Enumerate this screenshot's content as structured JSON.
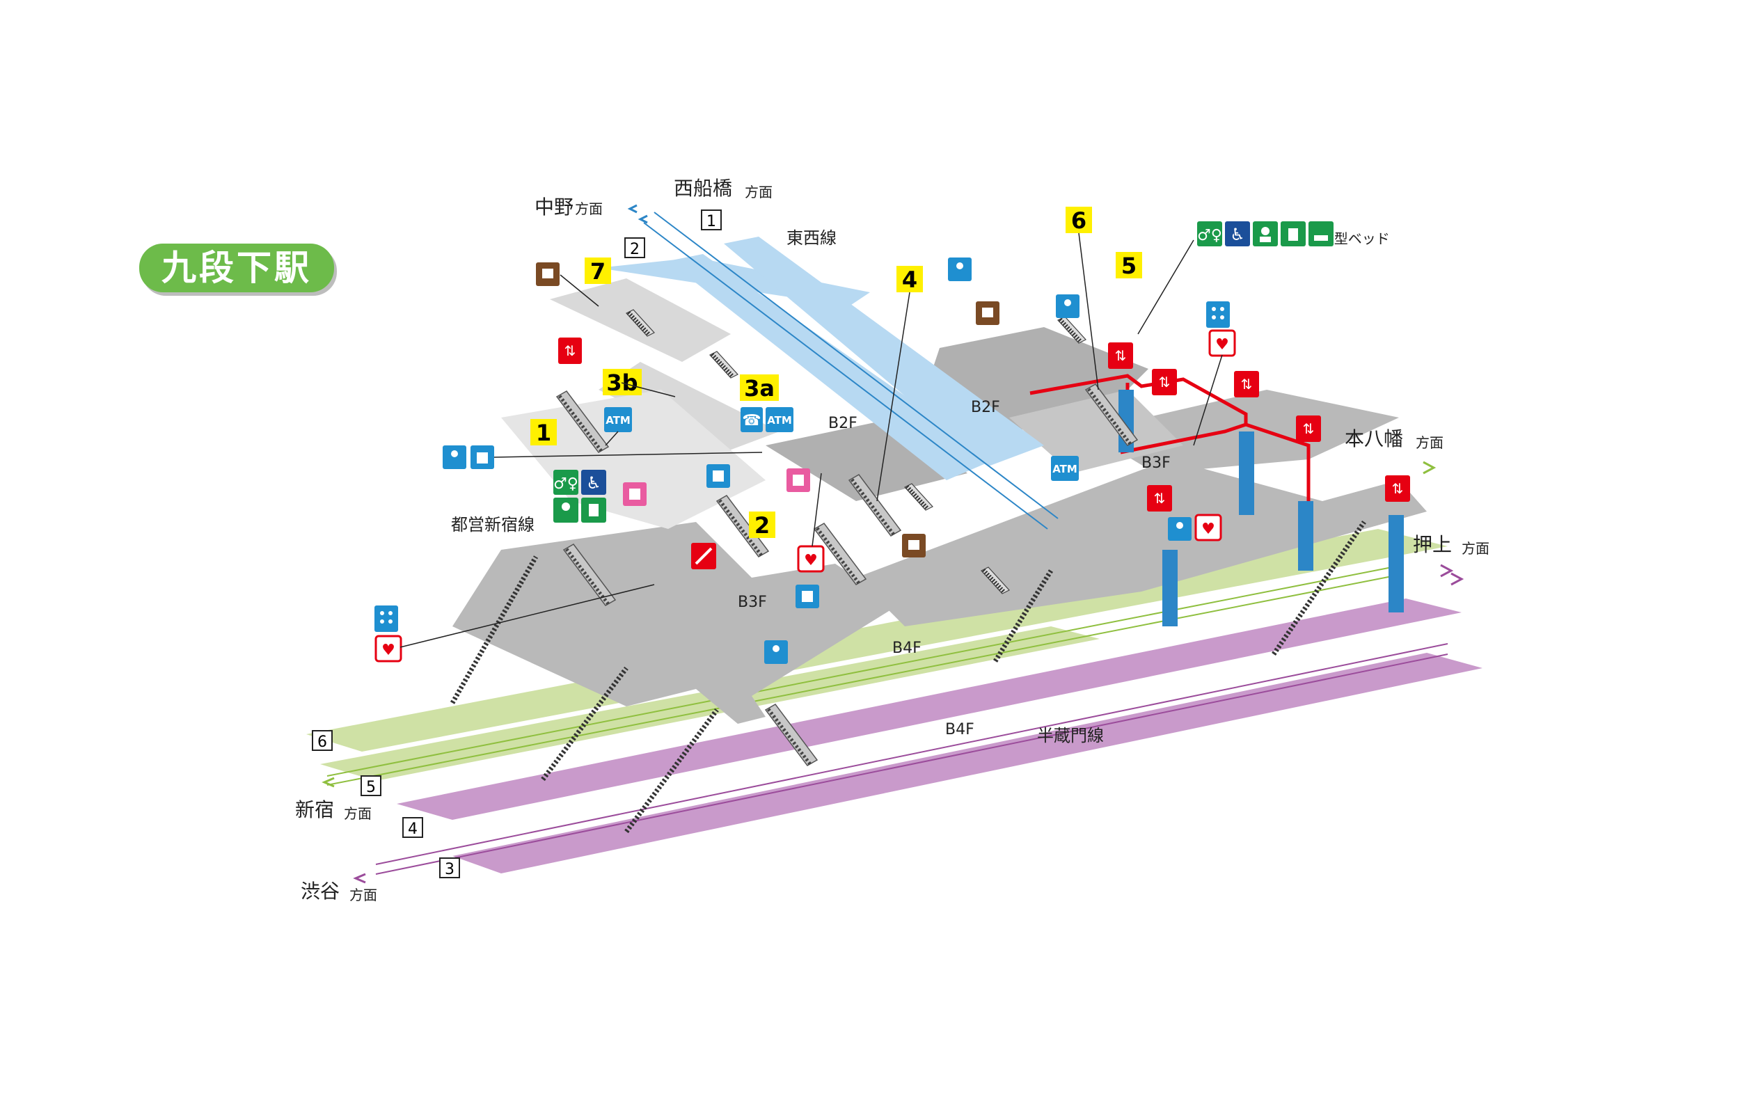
{
  "station_name": "九段下駅",
  "lines": {
    "tozai": "東西線",
    "shinjuku": "都営新宿線",
    "hanzomon": "半蔵門線"
  },
  "floors": {
    "b2f_left": "B2F",
    "b2f_right": "B2F",
    "b3f_left": "B3F",
    "b3f_right": "B3F",
    "b4f_green": "B4F",
    "b4f_purple": "B4F"
  },
  "directions": {
    "nakano": "中野",
    "nishifunabashi": "西船橋",
    "motoyawata": "本八幡",
    "oshiage": "押上",
    "shinjuku": "新宿",
    "shibuya": "渋谷",
    "suffix": "方面"
  },
  "platforms": [
    "1",
    "2",
    "3",
    "4",
    "5",
    "6"
  ],
  "exits": [
    "1",
    "2",
    "3a",
    "3b",
    "4",
    "5",
    "6",
    "7"
  ],
  "note": "※大型ベッド",
  "colors": {
    "title_green": "#6dbb4a",
    "tozai_blue": "#b7d9f2",
    "shinjuku_green": "#cfe1a5",
    "hanzomon_purple": "#c99acb",
    "exit_yellow": "#fff000",
    "route_red": "#e60012",
    "pillar_blue": "#2c86c7",
    "icon_blue": "#1f8fd0",
    "icon_green": "#1a9a4a",
    "icon_navy": "#1b4f9a",
    "icon_red": "#e60012",
    "icon_brown": "#7a4a24",
    "icon_pink": "#e95ba0"
  },
  "icons": {
    "elevator": "elevator-icon",
    "toilet": "toilet-icon",
    "wheelchair": "wheelchair-icon",
    "baby": "baby-room-icon",
    "ostomate": "ostomate-icon",
    "bed": "large-bed-icon",
    "aed": "aed-icon",
    "atm": "atm-icon",
    "phone": "telephone-icon",
    "info": "info-counter-icon",
    "ticket": "ticket-machine-icon",
    "locker": "coin-locker-icon",
    "fare": "fare-adjust-icon",
    "escalator": "escalator-icon",
    "stair_lift": "stair-lift-icon",
    "braille": "braille-map-icon",
    "atm_label": "ATM"
  }
}
